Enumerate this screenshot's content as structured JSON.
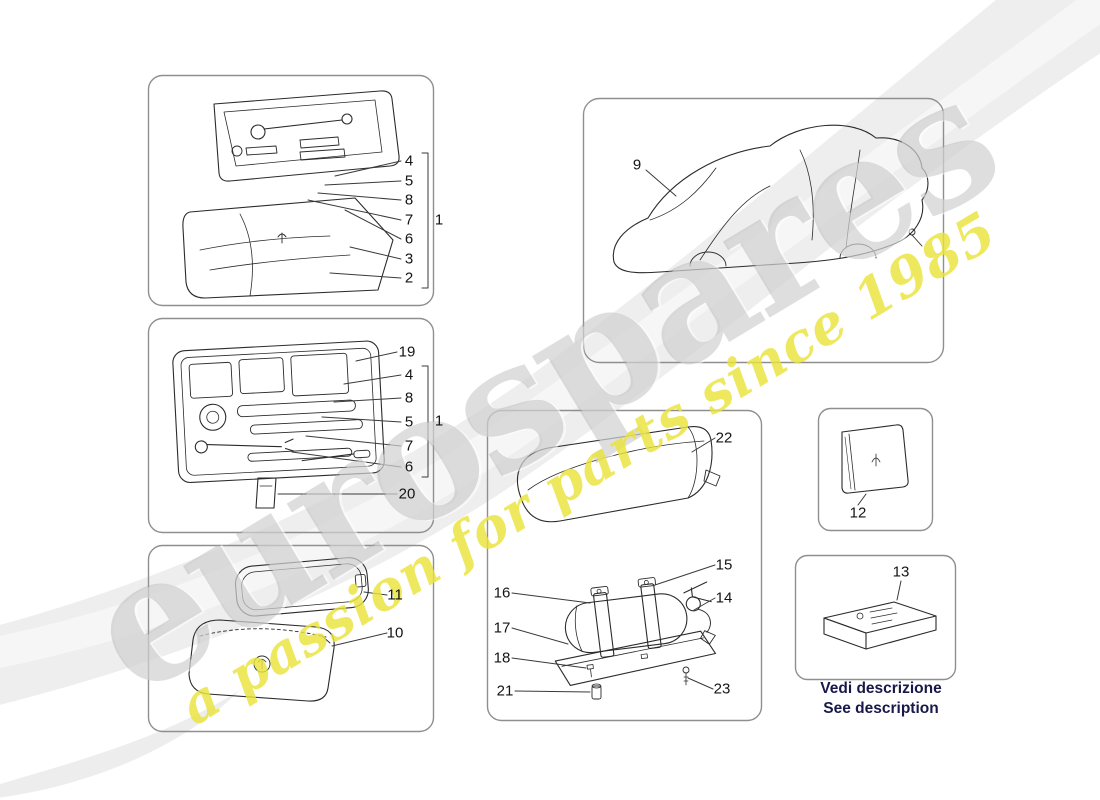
{
  "watermark": {
    "brand": "eurospares",
    "tagline": "a passion for parts since 1985"
  },
  "notes": {
    "vedi": "Vedi descrizione",
    "see": "See description"
  },
  "callouts": {
    "box1": {
      "items": [
        "4",
        "5",
        "8",
        "7",
        "6",
        "3",
        "2"
      ],
      "group": "1"
    },
    "box2": {
      "items": [
        "19",
        "4",
        "8",
        "5",
        "7",
        "6",
        "20"
      ],
      "group": "1"
    },
    "box3": {
      "items": [
        "11",
        "10"
      ]
    },
    "box4": {
      "items": [
        "9"
      ]
    },
    "box5": {
      "items": [
        "22",
        "15",
        "16",
        "14",
        "17",
        "18",
        "21",
        "23"
      ]
    },
    "box6": {
      "items": [
        "12"
      ]
    },
    "box7": {
      "items": [
        "13"
      ]
    }
  }
}
